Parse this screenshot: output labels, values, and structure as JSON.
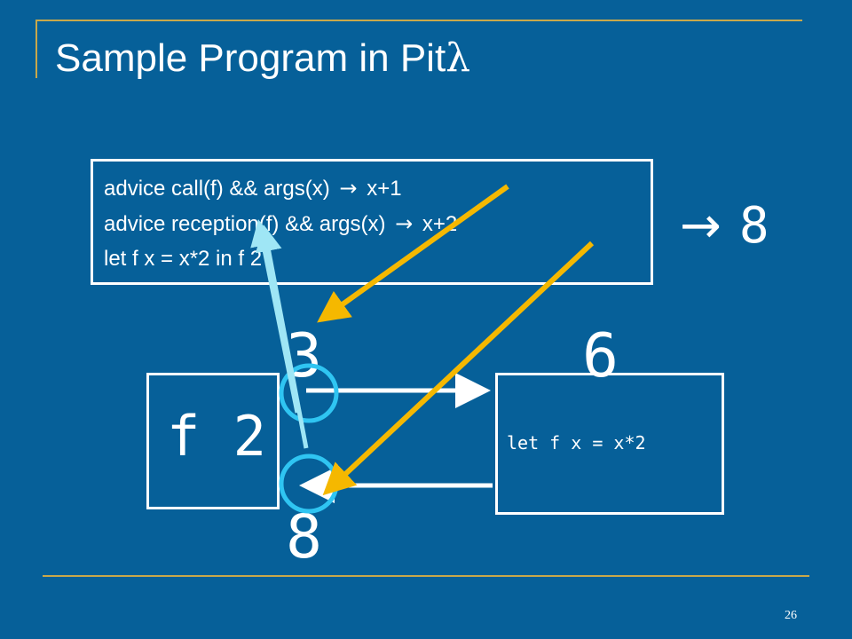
{
  "slide": {
    "title": "Sample Program in Pit",
    "title_symbol": "λ",
    "page_number": "26"
  },
  "code": {
    "lines": [
      {
        "text": "advice call(f) && args(x)",
        "arrow": "→",
        "result": "x+1"
      },
      {
        "text": "advice reception(f) && args(x)",
        "arrow": "→",
        "result": "x+2"
      },
      {
        "text": "let f x = x*2 in f 2"
      }
    ]
  },
  "final_result": {
    "arrow": "→",
    "value": "8"
  },
  "caller": {
    "label": "f 2"
  },
  "callee": {
    "label": "let f x = x*2"
  },
  "values": {
    "argument": "3",
    "callee_result": "6",
    "returned": "8"
  },
  "colors": {
    "background": "#066099",
    "rule": "#c8a84a",
    "advice_arrow": "#f5b800",
    "flow_arrow": "#9fe6f5",
    "circle": "#2fc5f2",
    "text": "#ffffff"
  }
}
